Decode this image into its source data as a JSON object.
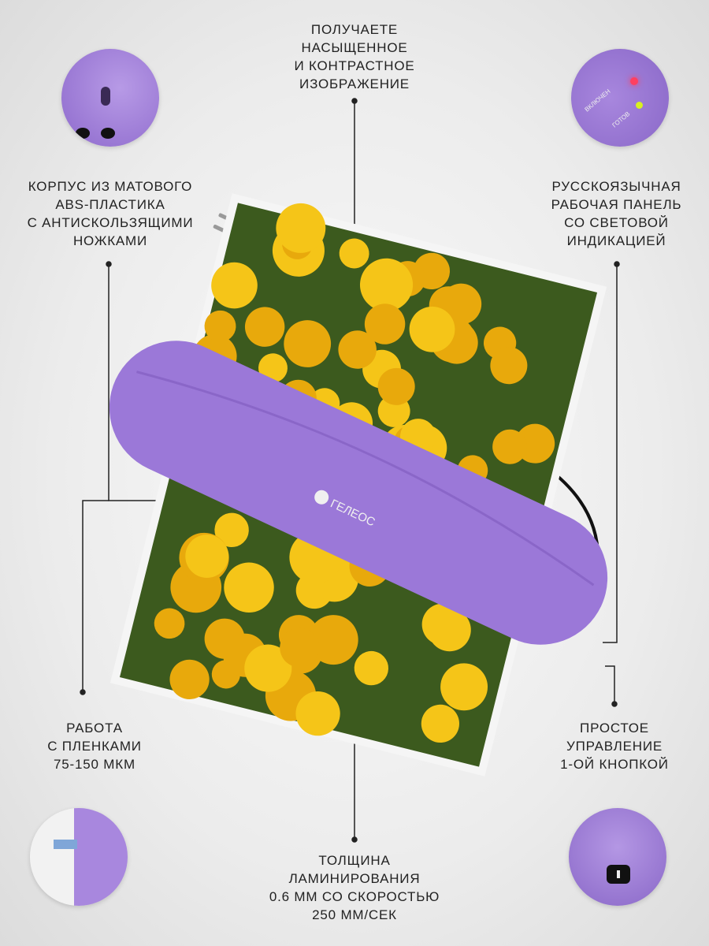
{
  "callouts": {
    "top_center": [
      "ПОЛУЧАЕТЕ",
      "НАСЫЩЕННОЕ",
      "И КОНТРАСТНОЕ",
      "ИЗОБРАЖЕНИЕ"
    ],
    "top_left": [
      "КОРПУС ИЗ МАТОВОГО",
      "ABS-ПЛАСТИКА",
      "С АНТИСКОЛЬЗЯЩИМИ",
      "НОЖКАМИ"
    ],
    "top_right": [
      "РУССКОЯЗЫЧНАЯ",
      "РАБОЧАЯ ПАНЕЛЬ",
      "СО СВЕТОВОЙ",
      "ИНДИКАЦИЕЙ"
    ],
    "bottom_left": [
      "РАБОТА",
      "С ПЛЕНКАМИ",
      "75-150 МКМ"
    ],
    "bottom_right": [
      "ПРОСТОЕ",
      "УПРАВЛЕНИЕ",
      "1-ОЙ КНОПКОЙ"
    ],
    "bottom_center": [
      "ТОЛЩИНА",
      "ЛАМИНИРОВАНИЯ",
      "0.6 ММ СО СКОРОСТЬЮ",
      "250 ММ/СЕК"
    ]
  },
  "product": {
    "brand": "ГЕЛЕОС",
    "indicator_on": "ВКЛЮЧЕН",
    "indicator_ready": "ГОТОВ"
  },
  "colors": {
    "body": "#9b78d8",
    "flowers": "#f5c518",
    "leaves": "#3c5a1e",
    "line": "#222222"
  }
}
